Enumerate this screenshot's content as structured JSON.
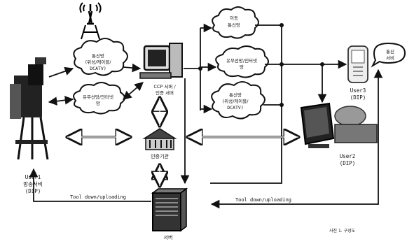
{
  "nodes": {
    "user1": {
      "lines": [
        "User1",
        "방송서비",
        "(DIP)"
      ]
    },
    "user2": {
      "lines": [
        "User2",
        "(DIP)"
      ]
    },
    "user3": {
      "lines": [
        "User3",
        "(DIP)"
      ]
    },
    "ccp_server": {
      "lines": [
        "CCP 서버 /",
        "인증 서버"
      ]
    },
    "auth_org": {
      "lines": [
        "인증기관"
      ]
    },
    "server": {
      "lines": [
        "서버"
      ]
    }
  },
  "clouds": {
    "cloud_top_left": {
      "lines": [
        "통신망",
        "(위성/케이블/",
        "DCATV)"
      ]
    },
    "cloud_mid_left": {
      "lines": [
        "유무선망/인터넷",
        "망"
      ]
    },
    "cloud_top_right": {
      "lines": [
        "이동",
        "통신망"
      ]
    },
    "cloud_mid_right": {
      "lines": [
        "유무선망/인터넷",
        "망"
      ]
    },
    "cloud_low_right": {
      "lines": [
        "통신망",
        "(위성/케이블/",
        "DCATV)"
      ]
    },
    "speech_bubble": {
      "lines": [
        "통신",
        "서비"
      ]
    }
  },
  "edge_labels": {
    "left_link": "Tool down/uploading",
    "right_link": "Tool down/uploading"
  },
  "footnote": "사진 1. 구성도"
}
